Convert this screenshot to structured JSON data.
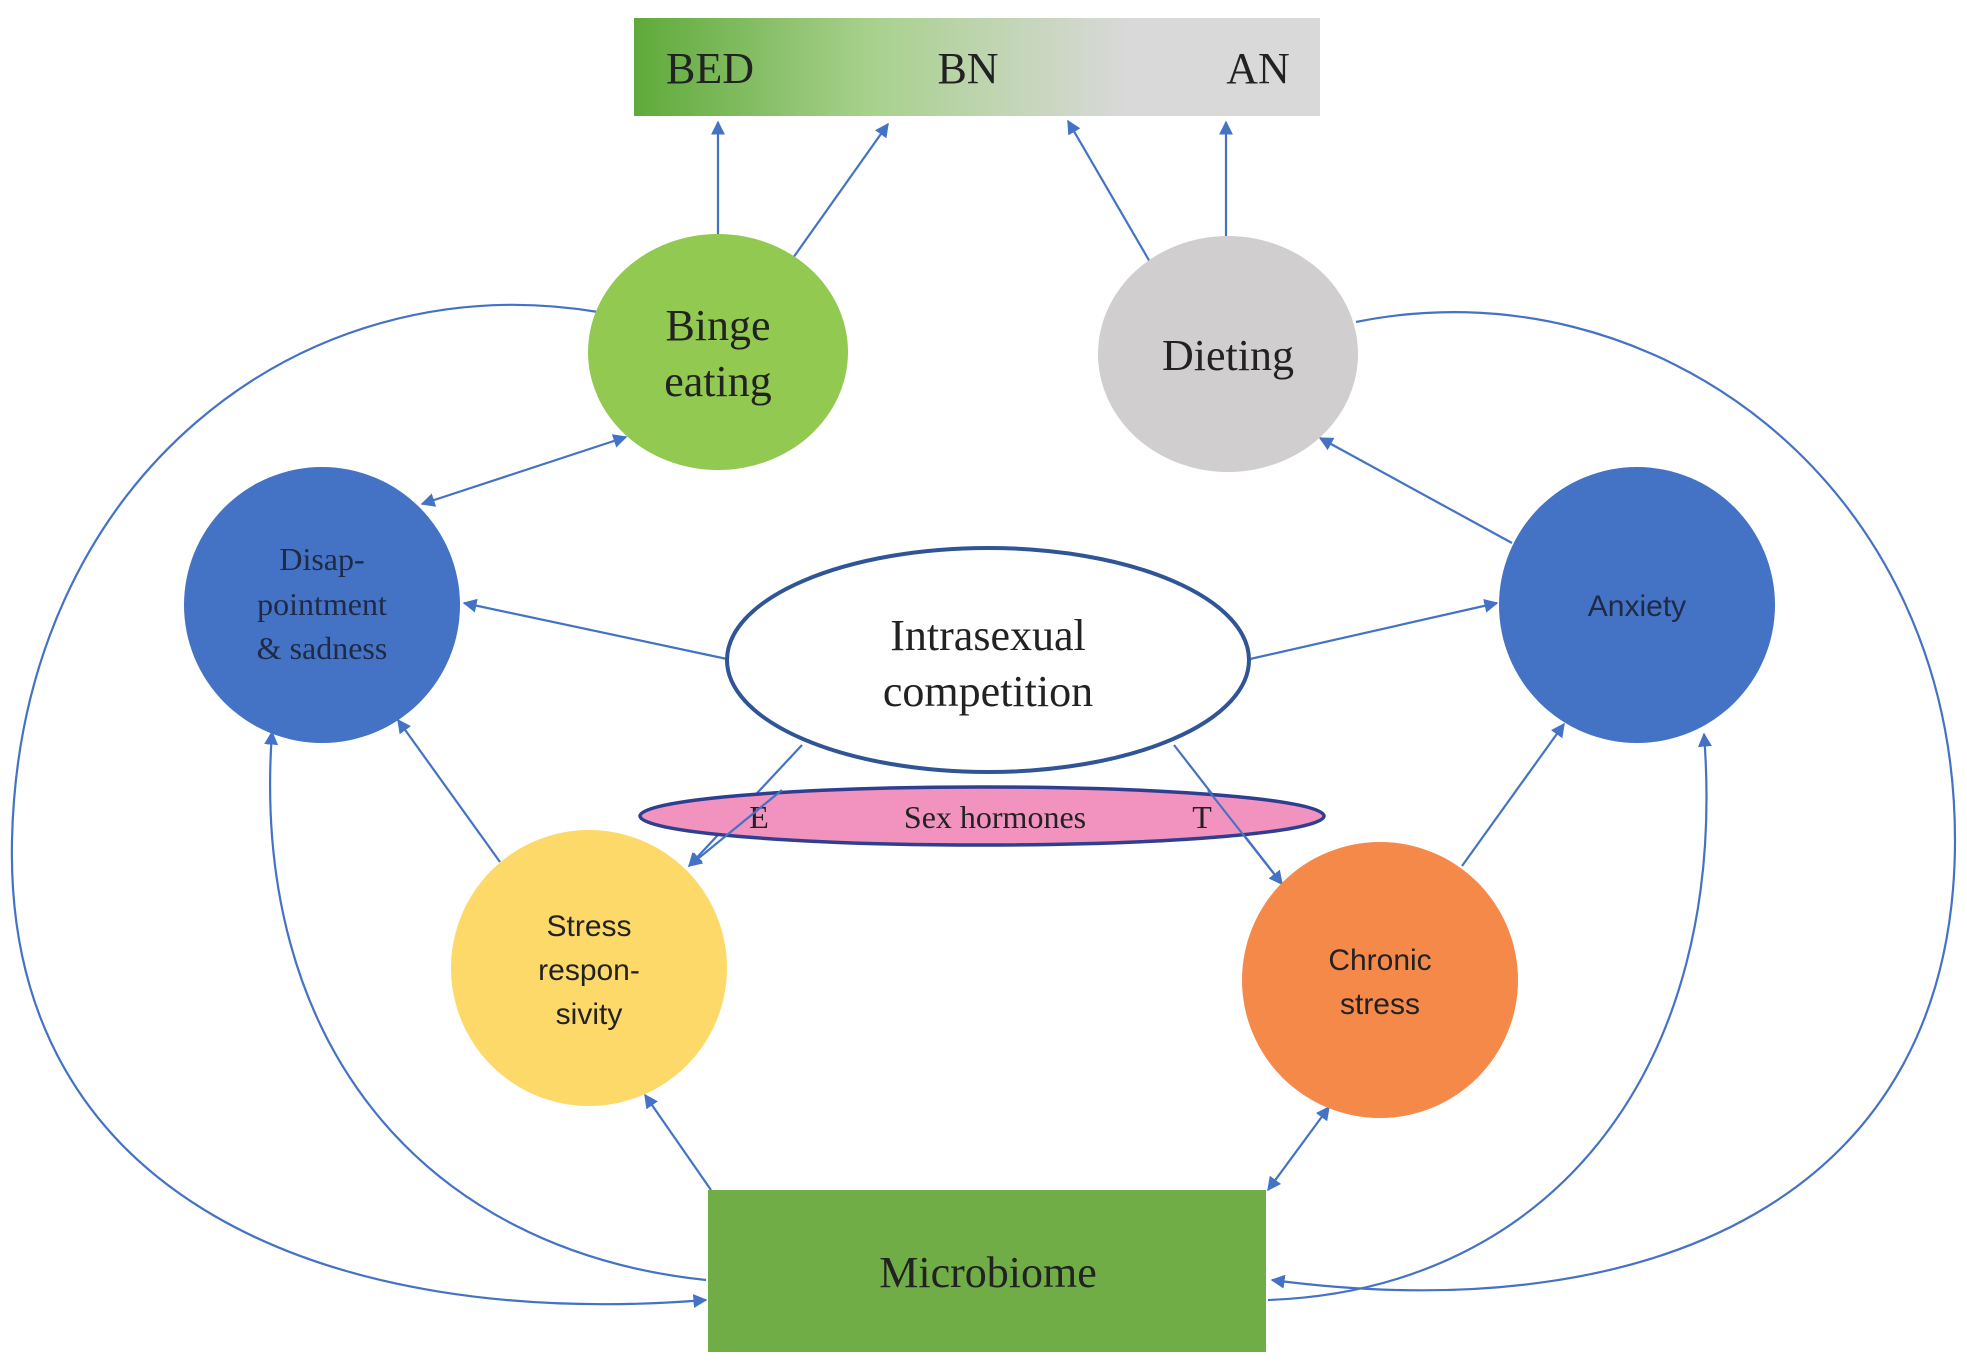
{
  "spectrum_bar": {
    "labels": [
      "BED",
      "BN",
      "AN"
    ],
    "colors": {
      "start": "#5FAA3A",
      "mid": "#A9D18E",
      "end": "#D9D9D9"
    }
  },
  "nodes": {
    "binge_eating": {
      "lines": [
        "Binge",
        "eating"
      ],
      "color": "#92C950"
    },
    "dieting": {
      "lines": [
        "Dieting"
      ],
      "color": "#D0CECE"
    },
    "disappointment": {
      "lines": [
        "Disap-",
        "pointment",
        "& sadness"
      ],
      "color": "#4472C4"
    },
    "anxiety": {
      "lines": [
        "Anxiety"
      ],
      "color": "#4472C4"
    },
    "intrasexual_competition": {
      "lines": [
        "Intrasexual",
        "competition"
      ],
      "color": "#FFFFFF",
      "border": "#2F5597"
    },
    "sex_hormones": {
      "label": "Sex hormones",
      "left_marker": "E",
      "right_marker": "T",
      "color": "#F193BE",
      "border": "#2F3F8F"
    },
    "stress_responsivity": {
      "lines": [
        "Stress",
        "respon-",
        "sivity"
      ],
      "color": "#FDD969"
    },
    "chronic_stress": {
      "lines": [
        "Chronic",
        "stress"
      ],
      "color": "#F4894A"
    },
    "microbiome": {
      "label": "Microbiome",
      "color": "#70AD47"
    }
  },
  "arrow_color": "#4472C4"
}
